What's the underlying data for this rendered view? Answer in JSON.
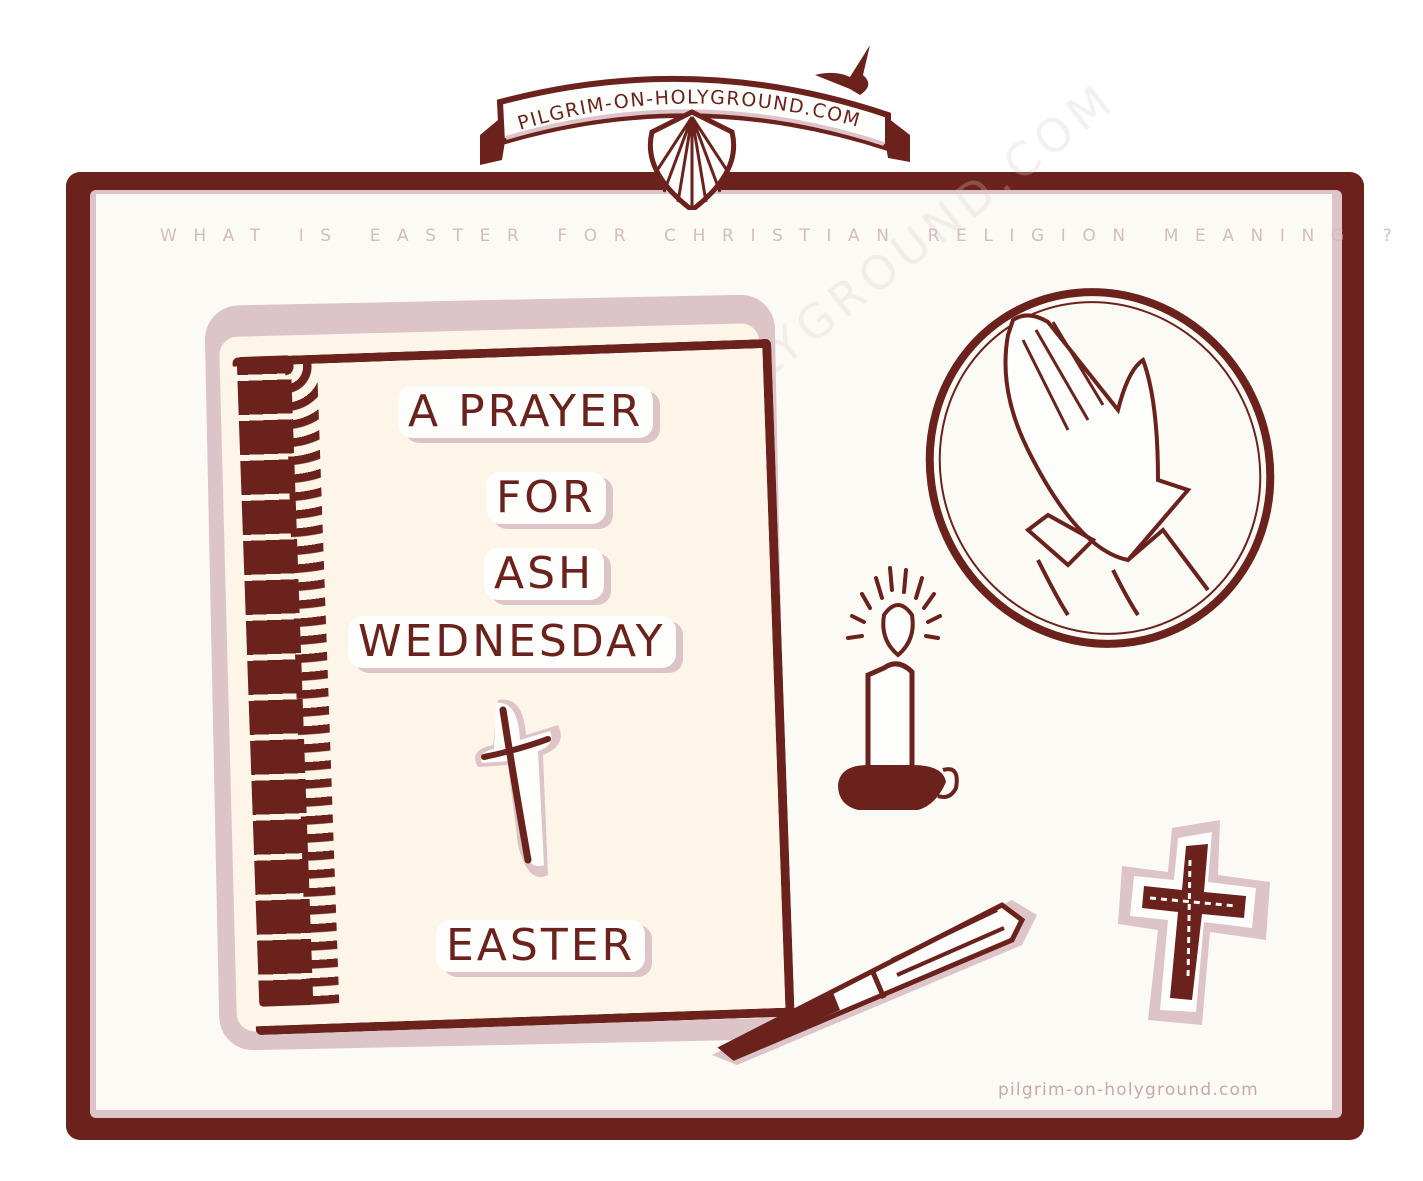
{
  "banner": {
    "text": "PILGRIM-ON-HOLYGROUND.COM",
    "icons": [
      "scallop-shell-icon",
      "dove-icon"
    ]
  },
  "subtitle": "WHAT IS EASTER FOR CHRISTIAN RELIGION MEANING ?",
  "book": {
    "title_lines": [
      "A PRAYER",
      "FOR",
      "ASH",
      "WEDNESDAY"
    ],
    "footer_label": "EASTER",
    "icon": "ash-cross-icon"
  },
  "illustrations": {
    "medallion": "praying-hands-icon",
    "candle": "candle-icon",
    "pen": "pen-icon",
    "crucifix": "cross-icon"
  },
  "watermark": "PILGRIM-ON-HOLYGROUND.COM",
  "footer_url": "pilgrim-on-holyground.com",
  "colors": {
    "frame": "#6b221d",
    "accent_pink": "#dcc4c9",
    "paper": "#fcfaf5",
    "cream": "#fdf6e8",
    "subtitle_text": "#d5bcbf"
  }
}
